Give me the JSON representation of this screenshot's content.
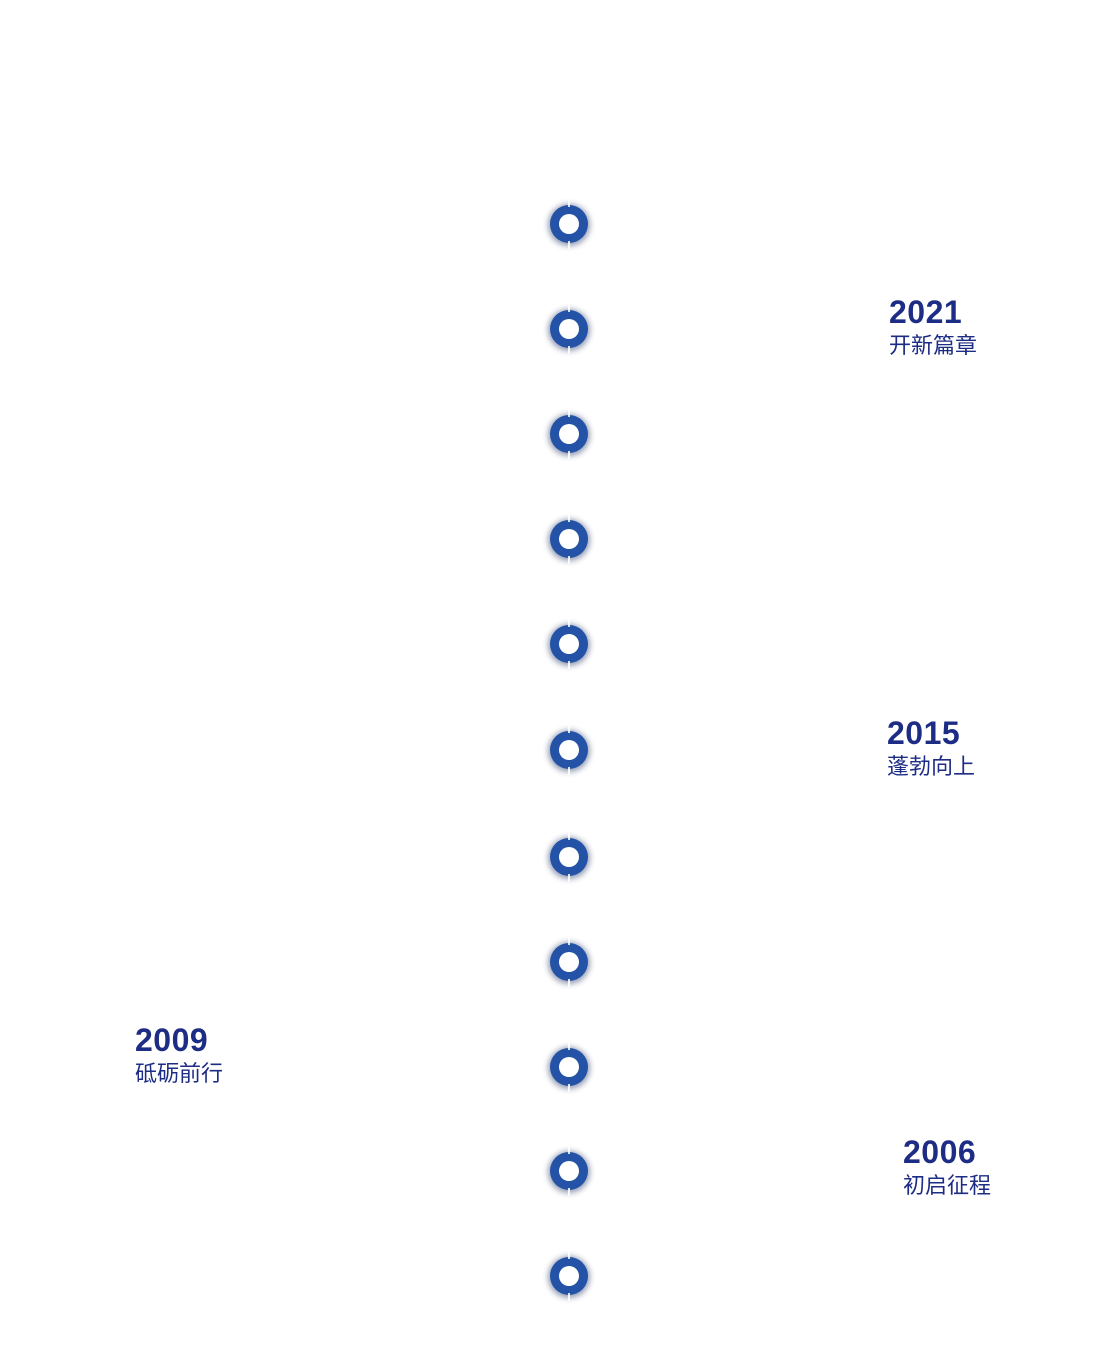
{
  "timeline": {
    "nodes": [
      "node",
      "node",
      "node",
      "node",
      "node",
      "node",
      "node",
      "node",
      "node",
      "node",
      "node"
    ],
    "accent_color": "#2352a6",
    "text_color": "#1d2c84"
  },
  "milestones": [
    {
      "year": "2021",
      "caption": "开新篇章"
    },
    {
      "year": "2015",
      "caption": "蓬勃向上"
    },
    {
      "year": "2009",
      "caption": "砥砺前行"
    },
    {
      "year": "2006",
      "caption": "初启征程"
    }
  ]
}
